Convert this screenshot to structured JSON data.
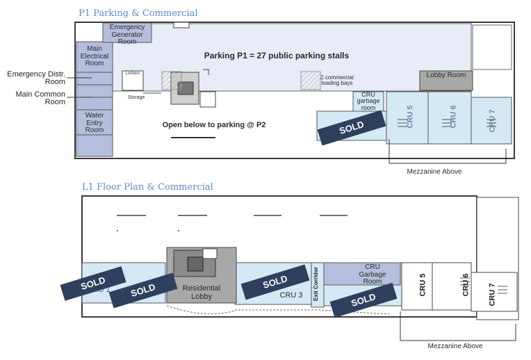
{
  "p1": {
    "title": "P1 Parking & Commercial",
    "parking": "Parking P1 = 27 public parking stalls",
    "open_below": "Open below to parking @ P2",
    "rooms": {
      "emergency_generator": "Emergency Generator Room",
      "main_electrical": "Main Electrical Room",
      "water_entry": "Water Entry Room",
      "lobby": "Lobby Room",
      "cru_garbage": "CRU garbage room",
      "storage": "Storage",
      "lockers": "Lockers",
      "loading": "2 commercial loading bays"
    },
    "callouts": {
      "emergency_distr": "Emergency Distr. Room",
      "main_common": "Main Common Room"
    },
    "units": [
      "CRU 5",
      "CRU 6",
      "CRU 7"
    ],
    "sold": "SOLD",
    "mezzanine": "Mezzanine Above"
  },
  "l1": {
    "title": "L1 Floor Plan & Commercial",
    "rooms": {
      "residential_lobby": "Residential Lobby",
      "cru_garbage": "CRU Garbage Room",
      "exit_corridor": "Exit Corridor"
    },
    "units": [
      "CRU 1",
      "CRU 3",
      "CRU 5",
      "CRU 6",
      "CRU 7"
    ],
    "sold": "SOLD",
    "mezzanine": "Mezzanine Above"
  },
  "colors": {
    "title": "#5b8cc4",
    "wall": "#3a3a3a",
    "parking_fill": "#e8ecf6",
    "service_fill": "#b5bedc",
    "unit_fill": "#d5e9f5",
    "lobby_fill": "#a8a8a8",
    "core_fill": "#8a8a8a",
    "sold_banner": "#2f3f5e"
  }
}
